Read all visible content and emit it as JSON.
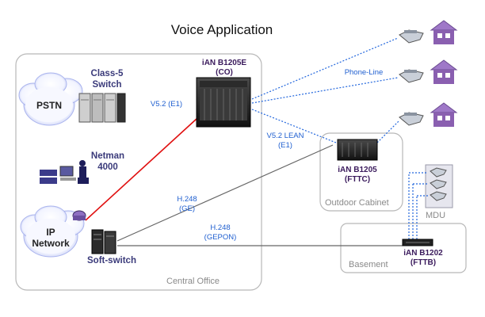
{
  "title": "Voice Application",
  "regions": {
    "central_office": "Central Office",
    "outdoor_cabinet": "Outdoor Cabinet",
    "basement": "Basement",
    "mdu": "MDU"
  },
  "devices": {
    "co": {
      "name": "iAN B1205E",
      "sub": "(CO)"
    },
    "fttc": {
      "name": "iAN B1205",
      "sub": "(FTTC)"
    },
    "fttb": {
      "name": "iAN B1202",
      "sub": "(FTTB)"
    },
    "class5": {
      "line1": "Class-5",
      "line2": "Switch"
    },
    "netman": {
      "line1": "Netman",
      "line2": "4000"
    },
    "softswitch": "Soft-switch"
  },
  "clouds": {
    "pstn": "PSTN",
    "ip": {
      "line1": "IP",
      "line2": "Network"
    }
  },
  "links": {
    "v52_e1": "V5.2 (E1)",
    "phone_line": "Phone-Line",
    "v52_lean": {
      "line1": "V5.2 LEAN",
      "line2": "(E1)"
    },
    "h248_ge": {
      "line1": "H.248",
      "line2": "(GE)"
    },
    "h248_gepon": {
      "line1": "H.248",
      "line2": "(GEPON)"
    }
  },
  "colors": {
    "red_link": "#e01010",
    "dotted_link": "#2266dd",
    "gray_link": "#666666",
    "house": "#8a5fb0"
  }
}
